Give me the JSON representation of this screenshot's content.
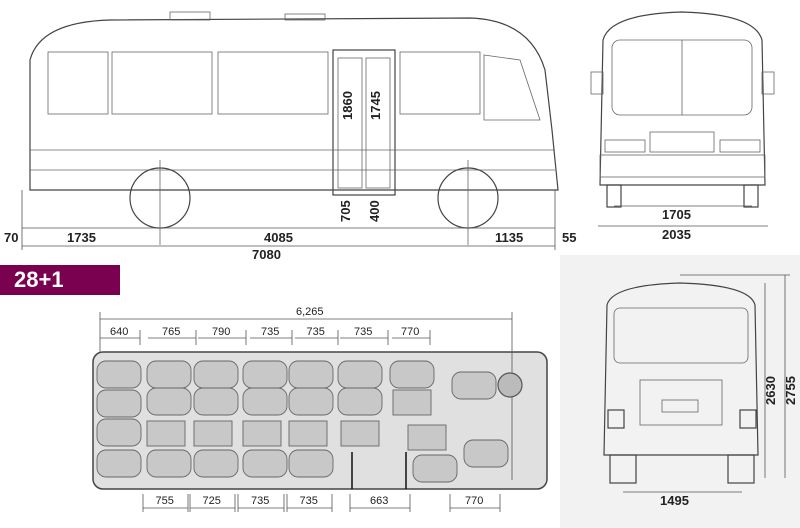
{
  "seating_badge": "28+1",
  "side_view": {
    "door_heights": [
      "1860",
      "1745"
    ],
    "step_heights": [
      "705",
      "400"
    ],
    "front_overhang_offset": "70",
    "front_overhang": "1735",
    "wheelbase": "4085",
    "rear_overhang": "1135",
    "rear_offset": "55",
    "overall_length": "7080"
  },
  "front_view": {
    "track": "1705",
    "overall_width": "2035"
  },
  "rear_view": {
    "height_body": "2630",
    "height_overall": "2755",
    "rear_track": "1495"
  },
  "floor_plan": {
    "interior_length": "6,265",
    "top_pitches": [
      "640",
      "765",
      "790",
      "735",
      "735",
      "735",
      "770"
    ],
    "bottom_pitches": [
      "755",
      "725",
      "735",
      "735",
      "663",
      "770"
    ]
  },
  "colors": {
    "badge": "#7a0050",
    "seat": "#c8c8c8"
  }
}
